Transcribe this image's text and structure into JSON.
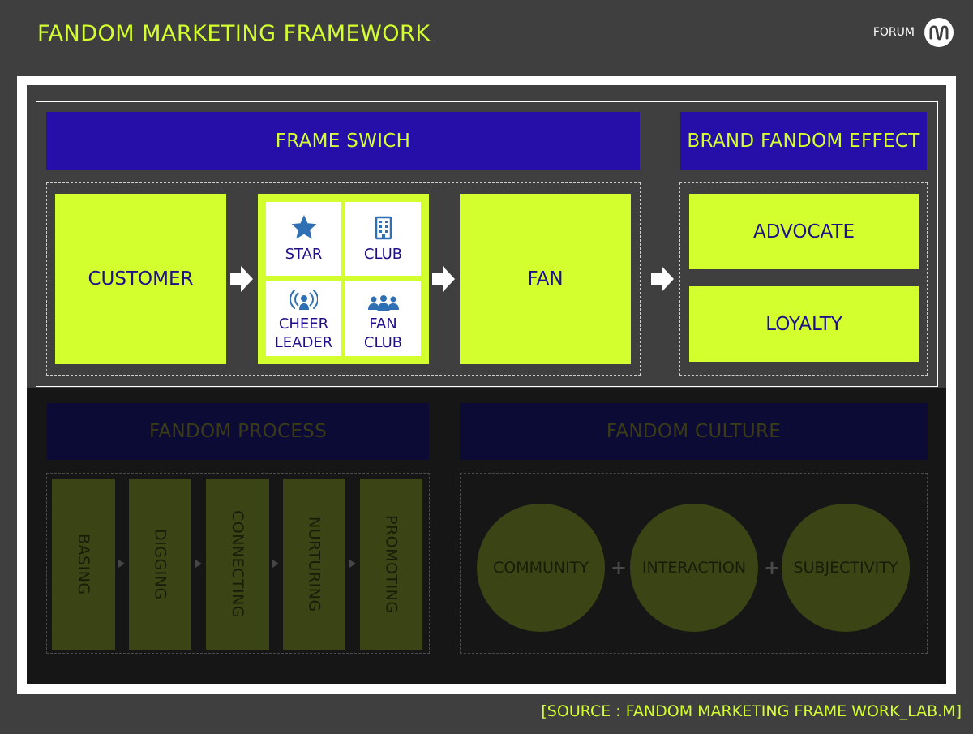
{
  "header": {
    "title": "FANDOM MARKETING FRAMEWORK",
    "brand_label": "FORUM",
    "brand_logo_icon": "m-wave-logo"
  },
  "frame_switch": {
    "banner": "FRAME SWICH",
    "customer": "CUSTOMER",
    "fan": "FAN",
    "tiles": [
      {
        "icon": "star-icon",
        "lines": [
          "STAR"
        ]
      },
      {
        "icon": "building-icon",
        "lines": [
          "CLUB"
        ]
      },
      {
        "icon": "broadcast-person-icon",
        "lines": [
          "CHEER",
          "LEADER"
        ]
      },
      {
        "icon": "group-icon",
        "lines": [
          "FAN",
          "CLUB"
        ]
      }
    ]
  },
  "brand_effect": {
    "banner": "BRAND FANDOM EFFECT",
    "items": [
      "ADVOCATE",
      "LOYALTY"
    ]
  },
  "fandom_process": {
    "banner": "FANDOM PROCESS",
    "steps": [
      "BASING",
      "DIGGING",
      "CONNECTING",
      "NURTURING",
      "PROMOTING"
    ]
  },
  "fandom_culture": {
    "banner": "FANDOM CULTURE",
    "items": [
      "COMMUNITY",
      "INTERACTION",
      "SUBJECTIVITY"
    ],
    "joiner": "+"
  },
  "footer": {
    "source": "[SOURCE : FANDOM MARKETING FRAME WORK_LAB.M]"
  },
  "colors": {
    "accent_lime": "#d4ff2e",
    "banner_blue": "#250fa8",
    "text_navy": "#1f108a",
    "icon_blue": "#2f6fb3",
    "background": "#3f3f3f"
  }
}
